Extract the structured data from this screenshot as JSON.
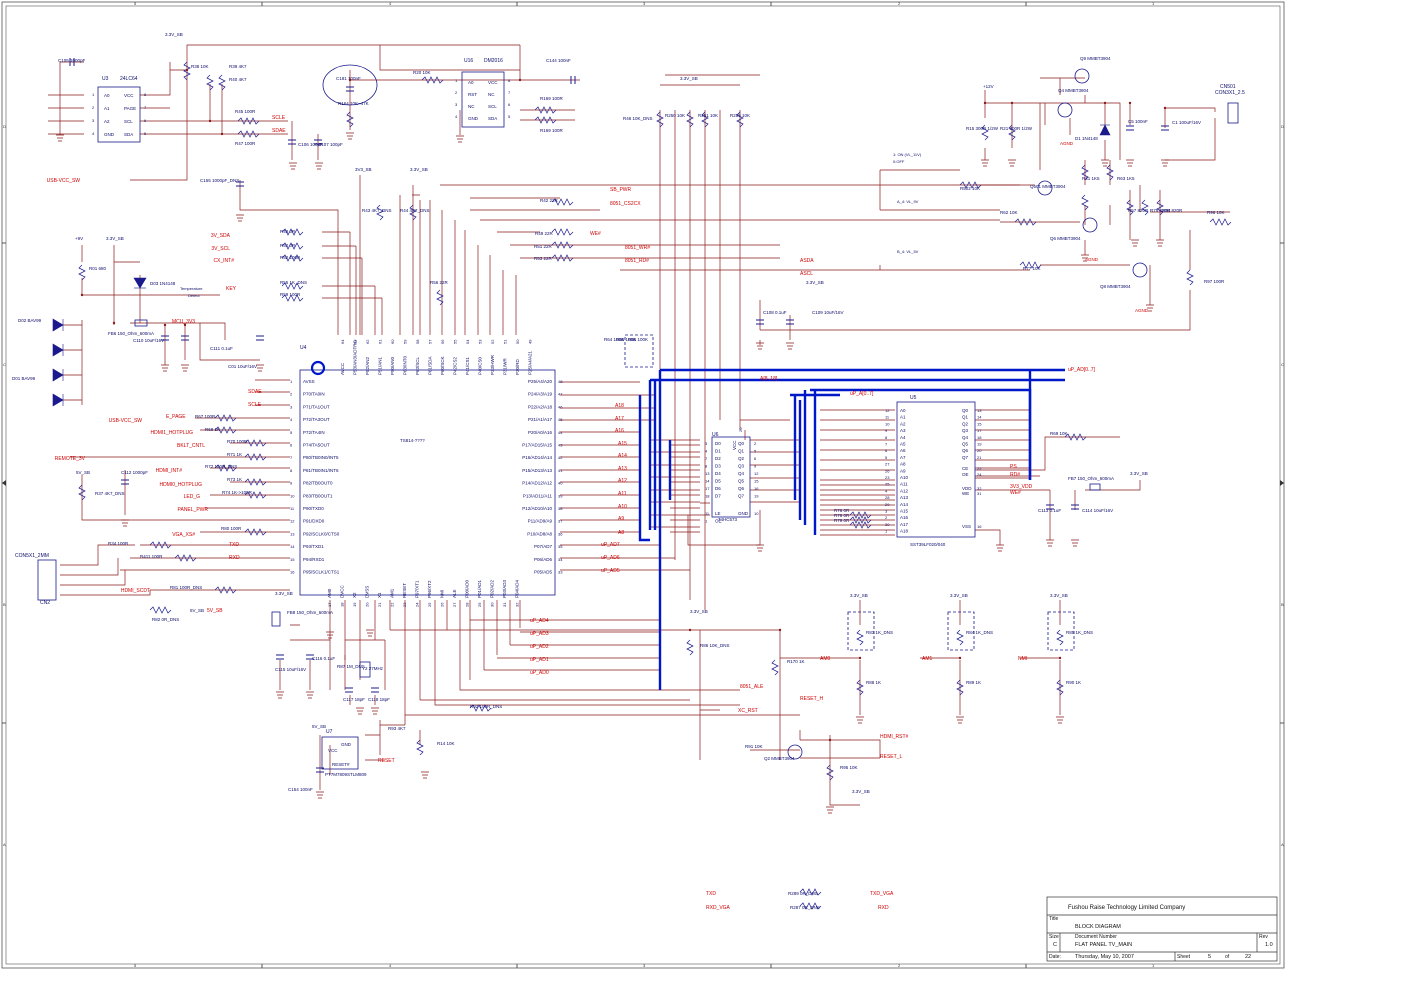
{
  "colors": {
    "wire": "#8b1a1a",
    "bus": "#0018c8",
    "part": "#1a1a8c",
    "label": "#d00000",
    "text": "#0a0a6a",
    "border": "#555555"
  },
  "border": {
    "top_numbers": [
      "5",
      "4",
      "3",
      "2",
      "1"
    ],
    "bottom_numbers": [
      "5",
      "4",
      "3",
      "2",
      "1"
    ],
    "side_letters": [
      "D",
      "C",
      "B",
      "A"
    ]
  },
  "title_block": {
    "company": "Fushou Raise Technology Limited Company",
    "title_label": "Title",
    "title": "BLOCK DIAGRAM",
    "size_label": "Size",
    "size": "C",
    "docnum_label": "Document Number",
    "docnum": "FLAT PANEL TV_MAIN",
    "rev_label": "Rev",
    "rev": "1.0",
    "date_label": "Date:",
    "date": "Thursday, May 10, 2007",
    "sheet_label": "Sheet",
    "sheet": "5",
    "of_label": "of",
    "of": "22"
  },
  "parts": [
    {
      "ref": "U3",
      "name": "24LC64",
      "pins_left": [
        [
          "1",
          "A0"
        ],
        [
          "2",
          "A1"
        ],
        [
          "3",
          "A2"
        ],
        [
          "4",
          "GND"
        ]
      ],
      "pins_right": [
        [
          "8",
          "VCC"
        ],
        [
          "7",
          "PAGE"
        ],
        [
          "6",
          "SCL"
        ],
        [
          "5",
          "SDA"
        ]
      ]
    },
    {
      "ref": "U16",
      "name": "DM2016",
      "pins_left": [
        [
          "1",
          "A0"
        ],
        [
          "2",
          "RST"
        ],
        [
          "3",
          "NC"
        ],
        [
          "4",
          "GND"
        ]
      ],
      "pins_right": [
        [
          "8",
          "VCC"
        ],
        [
          "7",
          "NC"
        ],
        [
          "6",
          "SCL"
        ],
        [
          "5",
          "SDA"
        ]
      ]
    },
    {
      "ref": "U4",
      "name": "TS814-????"
    },
    {
      "ref": "U6",
      "name": "74HC573"
    },
    {
      "ref": "U5",
      "name": "SST39LF020/040"
    },
    {
      "ref": "U7",
      "name": "PT7M7809STLM809",
      "pins": [
        "GND",
        "VCC",
        "RESET#"
      ]
    },
    {
      "ref": "CN501",
      "name": "CON3X1_2.5"
    },
    {
      "ref": "CN2",
      "name": "CON5X1_2MM"
    }
  ],
  "u4": {
    "left_pins": [
      [
        "1",
        "AVSS"
      ],
      [
        "2",
        "P70/TA0IN"
      ],
      [
        "3",
        "P71/TA1OUT"
      ],
      [
        "4",
        "P72/TA3OUT"
      ],
      [
        "5",
        "P72/TA4IN"
      ],
      [
        "6",
        "P74/TA5OUT"
      ],
      [
        "7",
        "P80/TB0IN0/INT5"
      ],
      [
        "8",
        "P81/TB0IN1/INT6"
      ],
      [
        "9",
        "P82/TB0OUT0"
      ],
      [
        "10",
        "P83/TB0OUT1"
      ],
      [
        "11",
        "P90/TXD0"
      ],
      [
        "12",
        "P91/DXD0"
      ],
      [
        "13",
        "P92/SCLK0/CTS0"
      ],
      [
        "14",
        "P93/TXD1"
      ],
      [
        "15",
        "P94/RXD1"
      ],
      [
        "16",
        "P95/SCLK1/CTS1"
      ]
    ],
    "right_pins": [
      [
        "48",
        "P25/A4/A20"
      ],
      [
        "47",
        "P24/A3/A19"
      ],
      [
        "46",
        "P22/A2/A18"
      ],
      [
        "45",
        "P21/A1/A17"
      ],
      [
        "44",
        "P20/A0/A16"
      ],
      [
        "43",
        "P17/AD15/A15"
      ],
      [
        "42",
        "P16/AD14/A14"
      ],
      [
        "41",
        "P15/AD13/A13"
      ],
      [
        "40",
        "P14/AD12/A12"
      ],
      [
        "39",
        "P13/AD11/A11"
      ],
      [
        "38",
        "P12/AD10/A10"
      ],
      [
        "37",
        "P11/AD9/A9"
      ],
      [
        "36",
        "P10/AD8/A8"
      ],
      [
        "35",
        "P07/AD7"
      ],
      [
        "34",
        "P06/AD6"
      ],
      [
        "33",
        "P05/AD5"
      ]
    ],
    "top_pins": [
      [
        "64",
        "AVCC"
      ],
      [
        "63",
        "P53/AN3/ADTRG"
      ],
      [
        "62",
        "P52/AN2"
      ],
      [
        "61",
        "P51/AN1"
      ],
      [
        "60",
        "P50/AN0"
      ],
      [
        "59",
        "P63/INT0"
      ],
      [
        "58",
        "P63/SCL"
      ],
      [
        "57",
        "P61/SDA"
      ],
      [
        "56",
        "P60/SCK"
      ],
      [
        "55",
        "P42/CS2"
      ],
      [
        "54",
        "P41/CS1"
      ],
      [
        "53",
        "P40/CS0"
      ],
      [
        "52",
        "P33/HWR"
      ],
      [
        "51",
        "P31/WR"
      ],
      [
        "50",
        "P30/RD"
      ],
      [
        "49",
        "P25/A4/A21"
      ]
    ],
    "bottom_pins": [
      [
        "17",
        "AM0"
      ],
      [
        "18",
        "DVCC"
      ],
      [
        "19",
        "X2"
      ],
      [
        "20",
        "DVSS"
      ],
      [
        "21",
        "X1"
      ],
      [
        "22",
        "AM1"
      ],
      [
        "23",
        "RESET"
      ],
      [
        "24",
        "P97/XT1"
      ],
      [
        "25",
        "P96/XT2"
      ],
      [
        "26",
        "NMI"
      ],
      [
        "27",
        "ALE"
      ],
      [
        "28",
        "P00/AD0"
      ],
      [
        "29",
        "P01/AD1"
      ],
      [
        "30",
        "P02/AD2"
      ],
      [
        "31",
        "P03/AD3"
      ],
      [
        "32",
        "P04/AD4"
      ]
    ]
  },
  "u6": {
    "left_pins": [
      [
        "3",
        "D0"
      ],
      [
        "4",
        "D1"
      ],
      [
        "7",
        "D2"
      ],
      [
        "8",
        "D3"
      ],
      [
        "13",
        "D4"
      ],
      [
        "14",
        "D5"
      ],
      [
        "17",
        "D6"
      ],
      [
        "18",
        "D7"
      ],
      [
        "11",
        "LE"
      ],
      [
        "1",
        "OE"
      ]
    ],
    "right_pins": [
      [
        "2",
        "Q0"
      ],
      [
        "5",
        "Q1"
      ],
      [
        "6",
        "Q2"
      ],
      [
        "9",
        "Q3"
      ],
      [
        "12",
        "Q4"
      ],
      [
        "15",
        "Q5"
      ],
      [
        "16",
        "Q6"
      ],
      [
        "19",
        "Q7"
      ],
      [
        "10",
        "GND"
      ]
    ],
    "top": [
      "20",
      "VCC"
    ]
  },
  "u5": {
    "left_pins": [
      [
        "12",
        "A0"
      ],
      [
        "11",
        "A1"
      ],
      [
        "10",
        "A2"
      ],
      [
        "9",
        "A3"
      ],
      [
        "8",
        "A4"
      ],
      [
        "7",
        "A5"
      ],
      [
        "6",
        "A6"
      ],
      [
        "5",
        "A7"
      ],
      [
        "27",
        "A8"
      ],
      [
        "26",
        "A9"
      ],
      [
        "23",
        "A10"
      ],
      [
        "25",
        "A11"
      ],
      [
        "4",
        "A12"
      ],
      [
        "28",
        "A13"
      ],
      [
        "29",
        "A14"
      ],
      [
        "3",
        "A15"
      ],
      [
        "2",
        "A16"
      ],
      [
        "30",
        "A17"
      ],
      [
        "1",
        "A18"
      ]
    ],
    "right_pins": [
      [
        "13",
        "Q0"
      ],
      [
        "14",
        "Q1"
      ],
      [
        "15",
        "Q2"
      ],
      [
        "17",
        "Q3"
      ],
      [
        "18",
        "Q4"
      ],
      [
        "19",
        "Q5"
      ],
      [
        "20",
        "Q6"
      ],
      [
        "21",
        "Q7"
      ],
      [
        "22",
        "CE"
      ],
      [
        "24",
        "OE"
      ],
      [
        "32",
        "VDD"
      ],
      [
        "31",
        "WE"
      ],
      [
        "16",
        "VSS"
      ]
    ]
  },
  "net_labels": [
    "SCLE",
    "SDAE",
    "USB-VCC_SW",
    "3V_SDA",
    "3V_SCL",
    "CX_INT#",
    "KEY",
    "MCU_3V3",
    "SDAE",
    "SCLE",
    "E_PAGE",
    "USB-VCC_SW",
    "HDMI1_HOTPLUG",
    "BKLT_CNTL",
    "REMOTE_3V",
    "HDMI_INT#",
    "HDMI0_HOTPLUG",
    "LED_G",
    "PANEL_PWR",
    "VGA_XS#",
    "TXD",
    "RXD",
    "HDMI_SCDT",
    "5V_SB",
    "SB_PWR",
    "8051_CS2CX",
    "WE#",
    "8051_WR#",
    "8051_RD#",
    "ASDA",
    "ASCL",
    "A18",
    "A17",
    "A16",
    "A15",
    "A14",
    "A13",
    "A12",
    "A11",
    "A10",
    "A9",
    "A8",
    "uP_AD7",
    "uP_AD6",
    "uP_AD5",
    "uP_AD4",
    "uP_AD3",
    "uP_AD2",
    "uP_AD1",
    "uP_AD0",
    "AM0",
    "AM1",
    "NMI",
    "8051_ALE",
    "RESET_H",
    "XC_RST",
    "RESET",
    "HDMI_RST#",
    "RESET_L",
    "uP_A[0..7]",
    "uP_AD[0..7]",
    "A[8..18]",
    "PS",
    "RD#",
    "3V3_VDD",
    "WE#"
  ],
  "passives": [
    "C105 1000pF",
    "R38 10K",
    "R39 4K7",
    "R40 4K7",
    "R45 100R",
    "R47 100R",
    "C106 100pF",
    "C107 100pF",
    "C181 100nF",
    "R164 10K~47K",
    "R20 10K",
    "C144 100nF",
    "R169 100R",
    "R169 100R",
    "C155 1000pF_DNS",
    "R43 4K7_DNS",
    "R44 4K7_DNS",
    "R48 0R",
    "R50 0R",
    "R52 100R",
    "R55 1K_DNS",
    "R59 100R",
    "R56 22R",
    "R42 22R",
    "R49 22R",
    "R51 22R",
    "R53 22R",
    "R46 10K_DNS",
    "R250 10K",
    "R251 10K",
    "R258 10K",
    "R01 680",
    "D03 1N4148",
    "FB6 150_Ohm_600mA",
    "C110 10uF/16V",
    "C111 0.1uF",
    "C01 10uF/16V",
    "D02 BAV99",
    "D01 BAV99",
    "R67 100R",
    "R68 1K",
    "R70 100R",
    "R71 1K",
    "R72 100R_DNS",
    "R73 1K",
    "R74 1K->100R",
    "C112 1000pF",
    "R37 4K7_DNS",
    "R80 100R",
    "R34 100R",
    "R411 100R",
    "R81 100R_DNS",
    "R82 0R_DNS",
    "FB8 150_Ohm_600mA",
    "C115 10uF/16V",
    "C116 0.1uF",
    "R87 1M_DNS",
    "Y2 27MHz",
    "C117 18pF",
    "C118 18pF",
    "R93 4K7",
    "R14 10K",
    "C154 100nF",
    "R92 100R_DNS",
    "R64 100K",
    "R65 100K",
    "R66 100K",
    "C108 0.1uF",
    "C109 10uF/16V",
    "R69 10K",
    "FB7 150_Ohm_600mA",
    "C113 0.1uF",
    "C114 10uF/16V",
    "R76 0R",
    "R78 0R",
    "R79 0R",
    "R86 10K_DNS",
    "R170 1K",
    "R83 1K_DNS",
    "R84 1K_DNS",
    "R85 1K_DNS",
    "R88 1K",
    "R89 1K",
    "R90 1K",
    "R91 10K",
    "Q2 MMBT3904",
    "R95 10K",
    "Q9 MMBT3904",
    "Q4 MMBT3904",
    "R15 300R 1/2W",
    "R21 300R 1/2W",
    "D1 1N4148",
    "C5 100nF",
    "C1 100uF/16V",
    "Q501 MMBT3904",
    "R41 1K5",
    "R63 1K5",
    "R502 10K",
    "R62 10K",
    "Q6 MMBT3904",
    "R57 820R",
    "R75 820R",
    "R94 820R",
    "R96 10K",
    "R77 10K",
    "Q8 MMBT3904",
    "R97 100R",
    "R289 0R_DNS",
    "R287 0R_DNS"
  ],
  "power_labels": [
    "3.3V_SB",
    "+12V",
    "+9V",
    "3V3_SB",
    "5V_SB",
    "AGND"
  ],
  "notes": [
    "1: ON (VL_11V)\n0:OFF",
    "A_4: VL_9V",
    "B_4: VL_5V"
  ],
  "bottom_map": [
    [
      "TXD",
      "R289",
      "0R_DNS",
      "TXD_VGA"
    ],
    [
      "RXD_VGA",
      "R287",
      "0R_DNS",
      "RXD"
    ]
  ]
}
